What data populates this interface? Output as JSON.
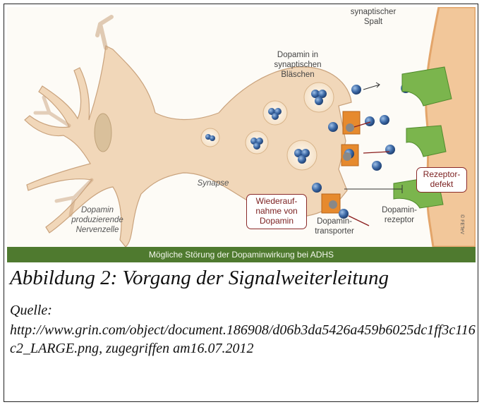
{
  "figure": {
    "label_dopamine_vesicles": "Dopamin in synaptischen Bläschen",
    "label_synaptic_cleft": "synaptischer Spalt",
    "label_synapse": "Synapse",
    "label_producing_cell": "Dopamin produzierende Nervenzelle",
    "callout_reuptake": "Wiederauf- nahme von Dopamin",
    "label_transporter": "Dopamin- transporter",
    "callout_receptor_defect": "Rezeptor- defekt",
    "label_receptor": "Dopamin- rezeptor",
    "copyright": "© FETeV",
    "banner": "Mögliche Störung der Dopaminwirkung bei ADHS",
    "colors": {
      "neuron": "#f1d7b9",
      "neuron_stroke": "#c9a27c",
      "vesicle_dopamine": "#3d6aa7",
      "transporter": "#e68a2e",
      "receptor": "#7bb54d",
      "postsynaptic": "#f2c79a",
      "banner": "#4f7a2f"
    }
  },
  "caption": "Abbildung 2: Vorgang der Signalweiterleitung",
  "source": {
    "label": "Quelle:",
    "text": "http://www.grin.com/object/document.186908/d06b3da5426a459b6025dc1ff3c116c2_LARGE.png, zugegriffen am16.07.2012"
  }
}
